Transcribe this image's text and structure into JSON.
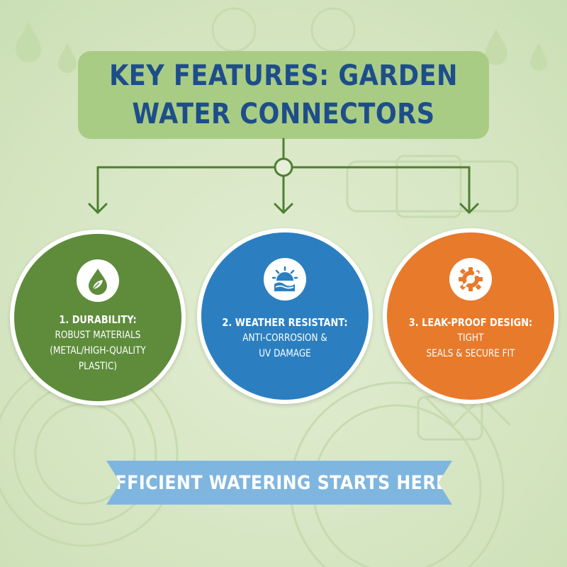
{
  "title": "KEY FEATURES: GARDEN WATER CONNECTORS",
  "colors": {
    "background": "#d6e6c2",
    "title_box": "#a9cc84",
    "title_text": "#1d4e8a",
    "connector_lines": "#4e7f32",
    "feature_1": "#5e8c3b",
    "feature_2": "#2b7fc0",
    "feature_3": "#e87a2b",
    "banner": "#7fb6e0"
  },
  "features": [
    {
      "heading": "1. DURABILITY:",
      "detail_line_1": "ROBUST MATERIALS",
      "detail_line_2": "(METAL/HIGH-QUALITY PLASTIC)",
      "icon": "leaf-drop-icon"
    },
    {
      "heading": "2. WEATHER RESISTANT:",
      "detail_line_1": "ANTI-CORROSION &",
      "detail_line_2": "UV DAMAGE",
      "icon": "sun-wave-icon"
    },
    {
      "heading": "3. LEAK-PROOF DESIGN:",
      "detail_line_1": "TIGHT",
      "detail_line_2": "SEALS & SECURE FIT",
      "icon": "gear-wrench-icon"
    }
  ],
  "banner_text": "EFFICIENT WATERING STARTS HERE!"
}
